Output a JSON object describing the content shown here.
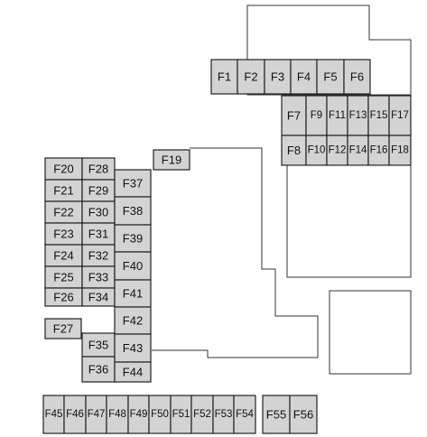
{
  "colors": {
    "fuse_fill": "#d3d3d3",
    "fuse_stroke": "#222222",
    "outline": "#333333"
  },
  "fuses": [
    "F1",
    "F2",
    "F3",
    "F4",
    "F5",
    "F6",
    "F7",
    "F8",
    "F9",
    "F10",
    "F11",
    "F12",
    "F13",
    "F14",
    "F15",
    "F16",
    "F17",
    "F18",
    "F19",
    "F20",
    "F21",
    "F22",
    "F23",
    "F24",
    "F25",
    "F26",
    "F27",
    "F28",
    "F29",
    "F30",
    "F31",
    "F32",
    "F33",
    "F34",
    "F35",
    "F36",
    "F37",
    "F38",
    "F39",
    "F40",
    "F41",
    "F42",
    "F43",
    "F44",
    "F45",
    "F46",
    "F47",
    "F48",
    "F49",
    "F50",
    "F51",
    "F52",
    "F53",
    "F54",
    "F55",
    "F56"
  ]
}
